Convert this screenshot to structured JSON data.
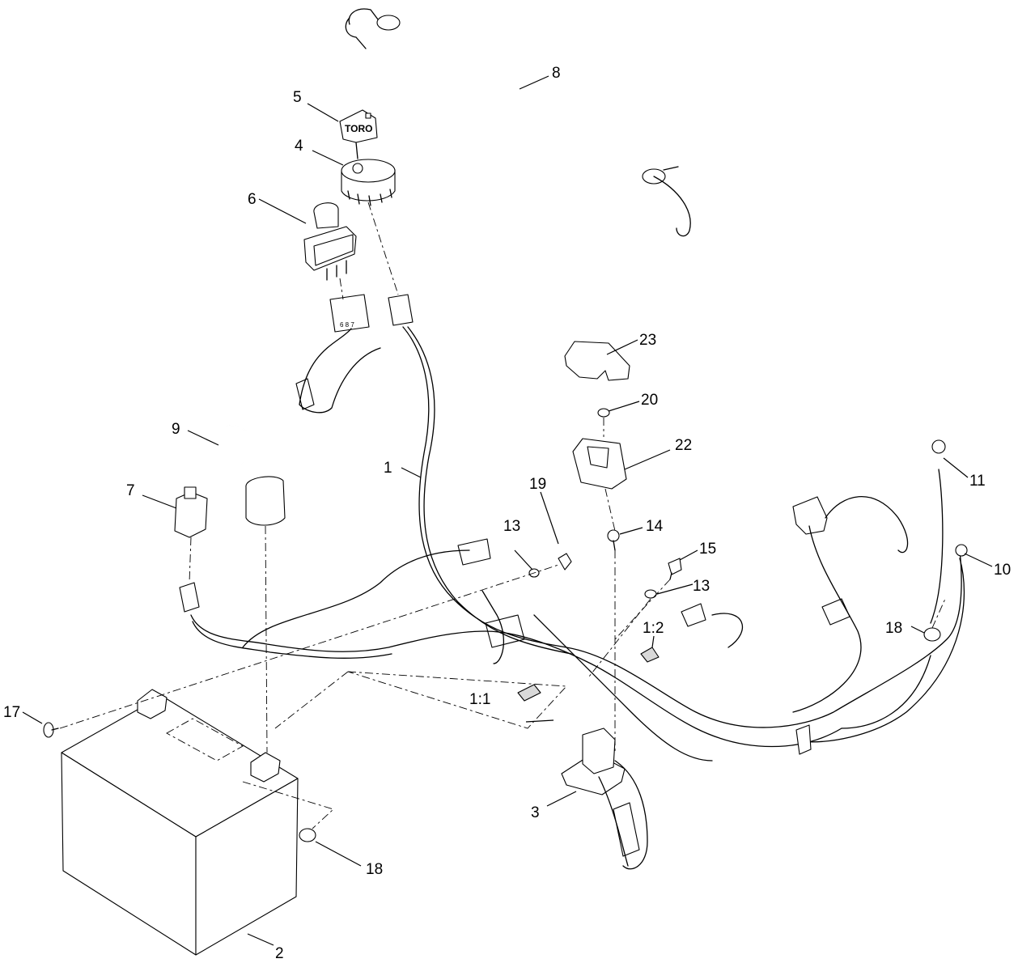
{
  "callouts": [
    {
      "id": "c1",
      "label": "1"
    },
    {
      "id": "c1-1",
      "label": "1:1"
    },
    {
      "id": "c1-2",
      "label": "1:2"
    },
    {
      "id": "c2",
      "label": "2"
    },
    {
      "id": "c3",
      "label": "3"
    },
    {
      "id": "c4",
      "label": "4"
    },
    {
      "id": "c5",
      "label": "5"
    },
    {
      "id": "c6",
      "label": "6"
    },
    {
      "id": "c7",
      "label": "7"
    },
    {
      "id": "c8",
      "label": "8"
    },
    {
      "id": "c9",
      "label": "9"
    },
    {
      "id": "c10",
      "label": "10"
    },
    {
      "id": "c11",
      "label": "11"
    },
    {
      "id": "c13a",
      "label": "13"
    },
    {
      "id": "c13b",
      "label": "13"
    },
    {
      "id": "c14",
      "label": "14"
    },
    {
      "id": "c15",
      "label": "15"
    },
    {
      "id": "c17",
      "label": "17"
    },
    {
      "id": "c18a",
      "label": "18"
    },
    {
      "id": "c18b",
      "label": "18"
    },
    {
      "id": "c19",
      "label": "19"
    },
    {
      "id": "c20",
      "label": "20"
    },
    {
      "id": "c22",
      "label": "22"
    },
    {
      "id": "c23",
      "label": "23"
    }
  ],
  "key_logo": "TORO",
  "switch_pins": "6 8 7"
}
